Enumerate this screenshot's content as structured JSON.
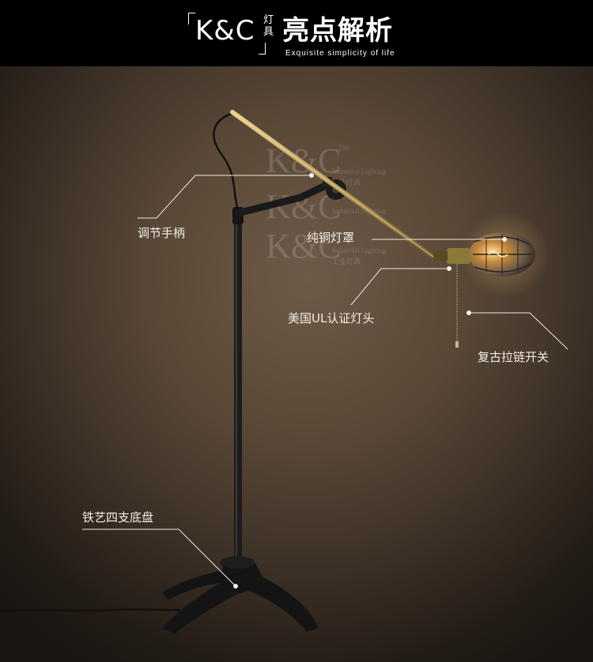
{
  "header": {
    "brand": "K&C",
    "brand_small": "灯具",
    "title": "亮点解析",
    "subtitle": "Exquisite simplicity of life"
  },
  "watermark": {
    "logo_text": "K&C",
    "tm": "TM",
    "line1": "Industrial Lighting",
    "line2": "工业灯具"
  },
  "callouts": {
    "handle": "调节手柄",
    "shade": "纯铜灯罩",
    "ul_socket": "美国UL认证灯头",
    "switch": "复古拉链开关",
    "base": "铁艺四支底盘"
  },
  "colors": {
    "header_bg": "#000000",
    "background_center": "#6e5a48",
    "background_edge": "#1a1511",
    "brass": "#b89a55",
    "iron": "#1b1b1b"
  }
}
